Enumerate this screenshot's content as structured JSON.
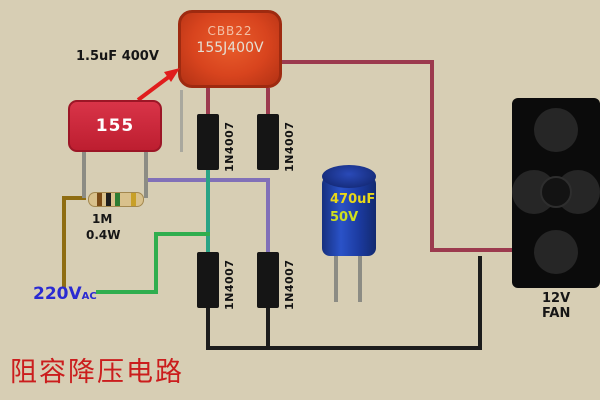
{
  "title": "阻容降压电路",
  "colors": {
    "background": "#d7ceb4",
    "cbb22_body": "#d8441e",
    "film_cap_body": "#c6243a",
    "electrolytic_body": "#1b3a9e",
    "wire_maroon": "#9c3a4e",
    "wire_purple": "#8170b8",
    "wire_green": "#2fae4e",
    "wire_teal": "#2aa385",
    "wire_brown": "#8f6d12",
    "wire_black": "#1c1c1c",
    "mains_blue": "#2a2ad2",
    "title_red": "#cb1d1d"
  },
  "labels": {
    "cbb22_line1": "CBB22",
    "cbb22_line2": "155J400V",
    "cbb22_note": "1.5uF 400V",
    "film_cap": "155",
    "resistor_value": "1M",
    "resistor_power": "0.4W",
    "mains_voltage": "220V",
    "mains_suffix": "AC",
    "electrolytic_capacity": "470uF",
    "electrolytic_voltage": "50V",
    "fan": "12V FAN"
  },
  "diodes": [
    "1N4007",
    "1N4007",
    "1N4007",
    "1N4007"
  ]
}
